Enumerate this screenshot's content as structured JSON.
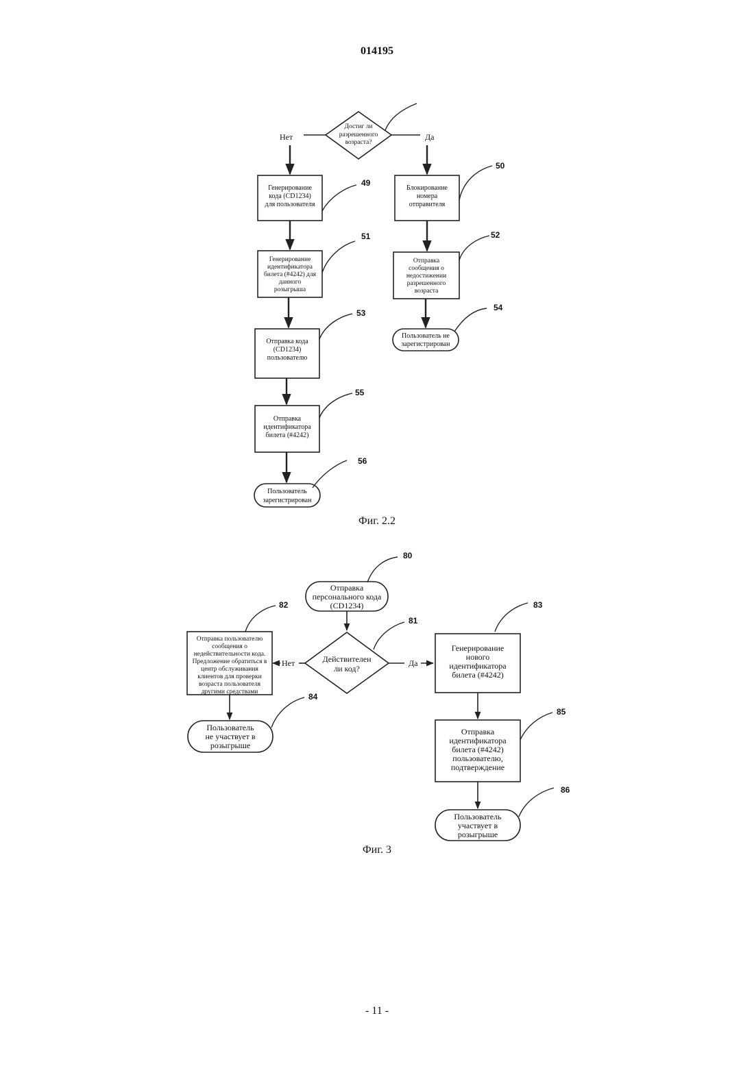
{
  "page": {
    "doc_number": "014195",
    "footer": "- 11 -"
  },
  "fig22": {
    "caption": "Фиг. 2.2",
    "decision": [
      "Достиг ли",
      "разрешенного",
      "возраста?"
    ],
    "no_label": "Нет",
    "yes_label": "Да",
    "left": {
      "box49": {
        "lines": [
          "Генерирование",
          "кода (CD1234)",
          "для пользователя"
        ],
        "ref": "49"
      },
      "box51": {
        "lines": [
          "Генерирование",
          "идентификатора",
          "билета (#4242) для",
          "данного",
          "розыгрыша"
        ],
        "ref": "51"
      },
      "box53": {
        "lines": [
          "Отправка кода",
          "(CD1234)",
          "пользователю"
        ],
        "ref": "53"
      },
      "box55": {
        "lines": [
          "Отправка",
          "идентификатора",
          "билета (#4242)"
        ],
        "ref": "55"
      },
      "term56": {
        "lines": [
          "Пользователь",
          "зарегистрирован"
        ],
        "ref": "56"
      }
    },
    "right": {
      "box50": {
        "lines": [
          "Блокирование",
          "номера",
          "отправителя"
        ],
        "ref": "50"
      },
      "box52": {
        "lines": [
          "Отправка",
          "сообщения о",
          "недостижении",
          "разрешенного",
          "возраста"
        ],
        "ref": "52"
      },
      "term54": {
        "lines": [
          "Пользователь не",
          "зарегистрирован"
        ],
        "ref": "54"
      }
    }
  },
  "fig3": {
    "caption": "Фиг. 3",
    "start": {
      "lines": [
        "Отправка",
        "персонального кода",
        "(CD1234)"
      ],
      "ref": "80"
    },
    "decision": {
      "lines": [
        "Действителен",
        "ли код?"
      ],
      "ref": "81"
    },
    "no_label": "Нет",
    "yes_label": "Да",
    "left": {
      "box82": {
        "lines": [
          "Отправка пользователю",
          "сообщения о",
          "недействительности кода.",
          "Предложение обратиться в",
          "центр обслуживания",
          "клиентов для проверки",
          "возраста пользователя",
          "другими средствами"
        ],
        "ref": "82"
      },
      "term84": {
        "lines": [
          "Пользователь",
          "не участвует в",
          "розыгрыше"
        ],
        "ref": "84"
      }
    },
    "right": {
      "box83": {
        "lines": [
          "Генерирование",
          "нового",
          "идентификатора",
          "билета (#4242)"
        ],
        "ref": "83"
      },
      "box85": {
        "lines": [
          "Отправка",
          "идентификатора",
          "билета (#4242)",
          "пользователю,",
          "подтверждение"
        ],
        "ref": "85"
      },
      "term86": {
        "lines": [
          "Пользователь",
          "участвует в",
          "розыгрыше"
        ],
        "ref": "86"
      }
    }
  }
}
